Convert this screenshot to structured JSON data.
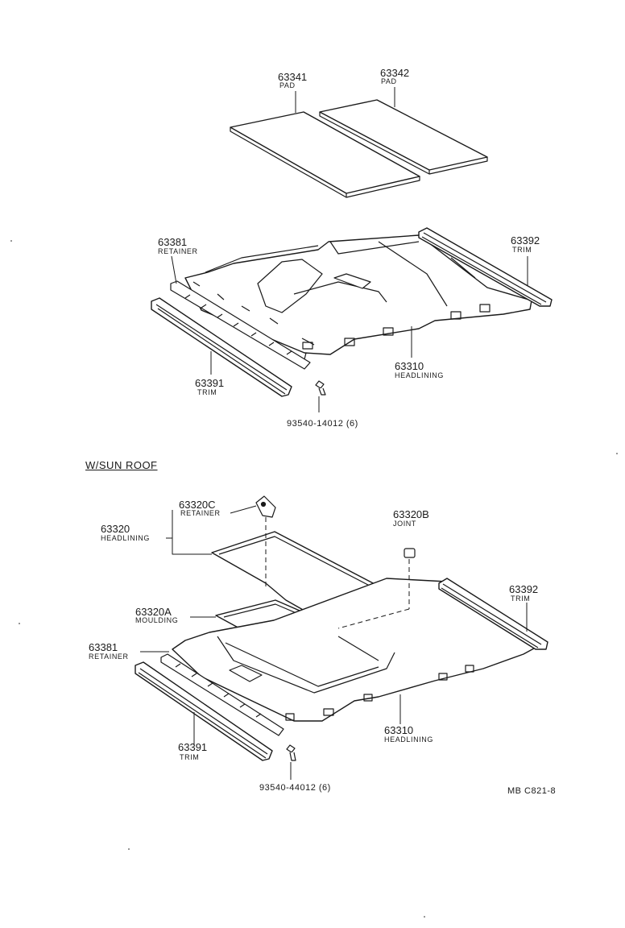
{
  "upper": {
    "pad_left": {
      "num": "63341",
      "name": "PAD"
    },
    "pad_right": {
      "num": "63342",
      "name": "PAD"
    },
    "retainer": {
      "num": "63381",
      "name": "RETAINER"
    },
    "trim_right": {
      "num": "63392",
      "name": "TRIM"
    },
    "headlining": {
      "num": "63310",
      "name": "HEADLINING"
    },
    "trim_left": {
      "num": "63391",
      "name": "TRIM"
    },
    "screw": "93540-14012 (6)"
  },
  "section_title": "W/SUN  ROOF",
  "lower": {
    "retainer_c": {
      "num": "63320C",
      "name": "RETAINER"
    },
    "headlining_assy": {
      "num": "63320",
      "name": "HEADLINING"
    },
    "joint": {
      "num": "63320B",
      "name": "JOINT"
    },
    "trim_right": {
      "num": "63392",
      "name": "TRIM"
    },
    "moulding": {
      "num": "63320A",
      "name": "MOULDING"
    },
    "retainer": {
      "num": "63381",
      "name": "RETAINER"
    },
    "headlining": {
      "num": "63310",
      "name": "HEADLINING"
    },
    "trim_left": {
      "num": "63391",
      "name": "TRIM"
    },
    "screw": "93540-44012 (6)"
  },
  "ref_code": "MB  C821-8"
}
